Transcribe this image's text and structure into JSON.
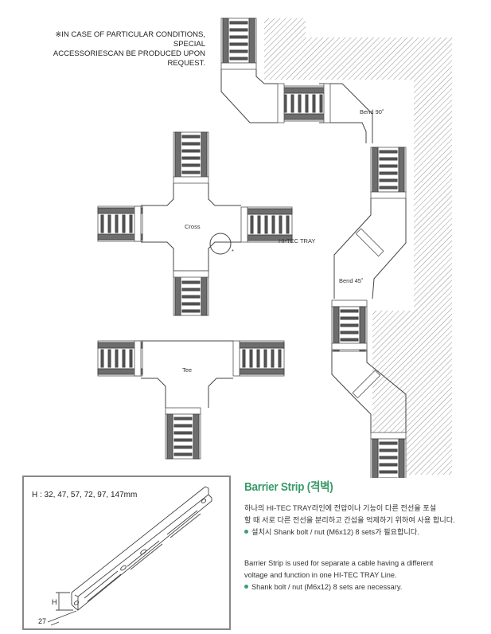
{
  "note": {
    "line1": "※IN CASE OF PARTICULAR CONDITIONS, SPECIAL",
    "line2": "ACCESSORIESCAN BE PRODUCED UPON REQUEST."
  },
  "diagrams": {
    "cross_label": "Cross",
    "tee_label": "Tee",
    "bend90_label": "Bend 90˚",
    "bend45_label": "Bend 45˚",
    "tray_label": "HI-TEC TRAY",
    "asterisk": "*"
  },
  "barrier_figure": {
    "heights_label": "H : 32, 47, 57, 72, 97, 147mm",
    "h_dim": "H",
    "width_dim": "27"
  },
  "barrier_strip": {
    "title": "Barrier Strip (격벽)",
    "ko_line1": "하나의 HI-TEC TRAY라인에 전압이나 기능이 다른 전선을 포설",
    "ko_line2": "할 때 서로 다른 전선을 분리하고 간섭을 억제하기 위하여 사용 합니다.",
    "ko_bullet": "설치시 Shank bolt / nut (M6x12) 8 sets가 필요합니다.",
    "en_line1": "Barrier Strip is used for separate a cable having a different",
    "en_line2": "voltage and function in one HI-TEC TRAY Line.",
    "en_bullet": "Shank bolt / nut (M6x12) 8 sets are necessary."
  },
  "colors": {
    "accent_green": "#3a9a6a",
    "bullet_green": "#3aa070"
  }
}
